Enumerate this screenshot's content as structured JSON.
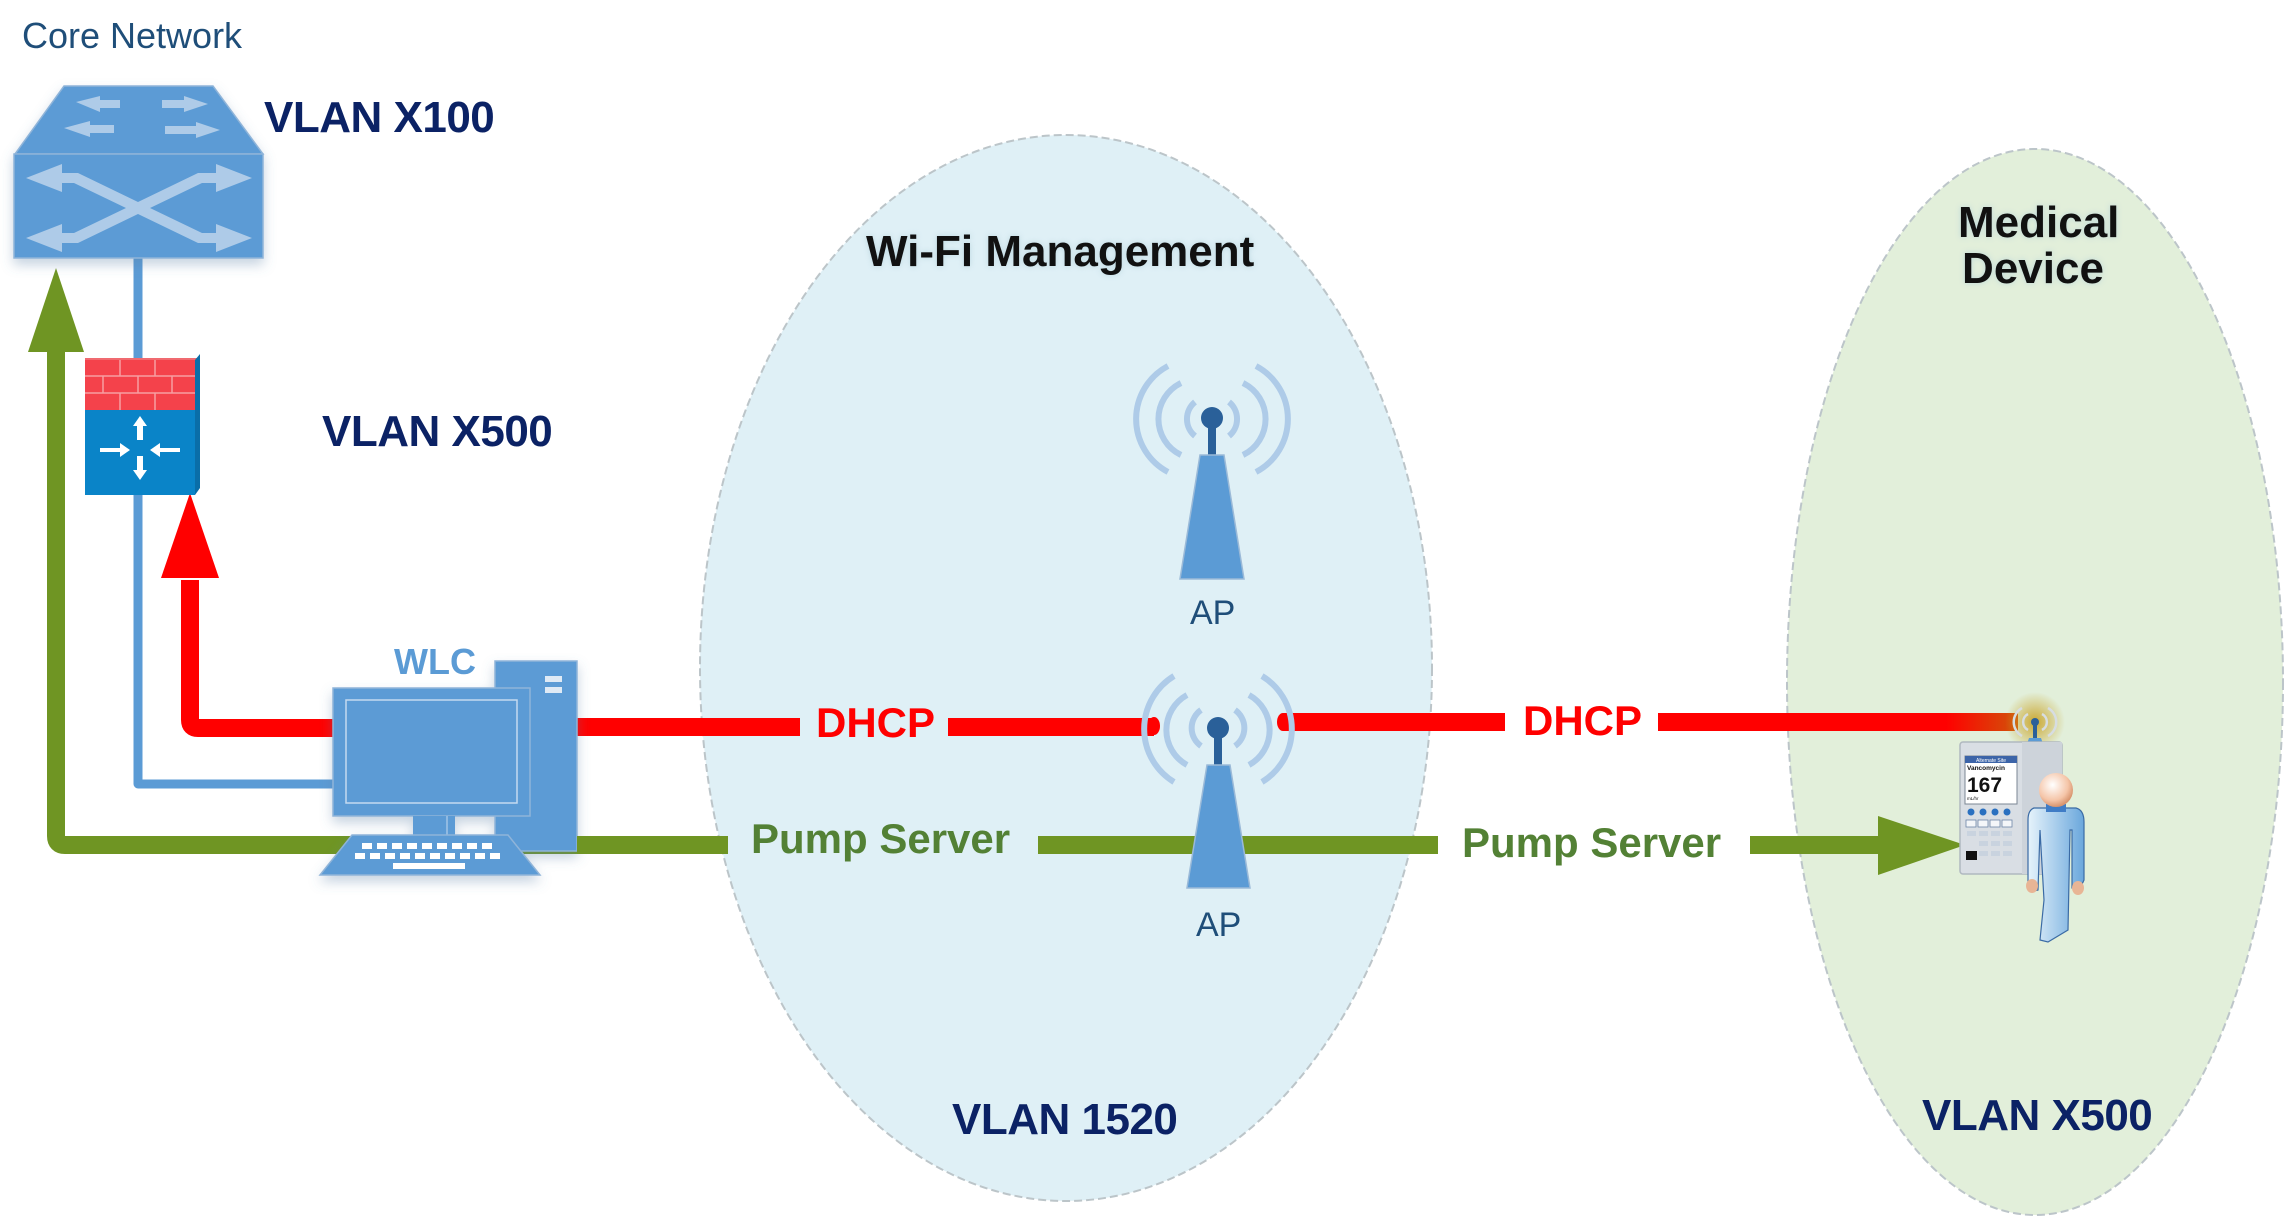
{
  "diagram": {
    "title": "Core Network",
    "colors": {
      "blue_device": "#5b9bd5",
      "blue_light": "#aecbe8",
      "ap_dot": "#2a6099",
      "dhcp_red": "#ff0000",
      "pump_green": "#6f9523",
      "pump_text_green": "#538135",
      "vlan_navy": "#0b2265",
      "zone_blue_fill": "#dff0f6",
      "zone_green_fill": "#e2efda",
      "firewall_red": "#f4424b",
      "firewall_blue": "#0a84c8"
    },
    "core_network": {
      "switch_icon": "layer3-switch-icon",
      "vlan_label": "VLAN X100"
    },
    "firewall": {
      "icon": "firewall-router-icon",
      "vlan_label": "VLAN X500"
    },
    "wlc": {
      "label": "WLC",
      "icon": "computer-icon"
    },
    "zones": [
      {
        "id": "wifi-management",
        "title": "Wi-Fi Management",
        "vlan_label": "VLAN 1520",
        "access_points": [
          {
            "label": "AP",
            "icon": "wireless-access-point-icon"
          },
          {
            "label": "AP",
            "icon": "wireless-access-point-icon"
          }
        ]
      },
      {
        "id": "medical-device",
        "title_line1": "Medical",
        "title_line2": "Device",
        "vlan_label": "VLAN X500",
        "device": {
          "icon": "infusion-pump-icon",
          "screen_header": "Alternate Site",
          "drug": "Vancomycin",
          "rate": "167",
          "unit": "mL/hr",
          "user_icon": "clinician-figure-icon"
        }
      }
    ],
    "flows": [
      {
        "name": "dhcp",
        "label_left": "DHCP",
        "label_right": "DHCP",
        "direction": "pump-to-firewall"
      },
      {
        "name": "pump-server",
        "label_left": "Pump Server",
        "label_right": "Pump Server",
        "direction": "core-to-pump"
      },
      {
        "name": "management",
        "label": "",
        "direction": "wlc-to-core"
      }
    ]
  }
}
